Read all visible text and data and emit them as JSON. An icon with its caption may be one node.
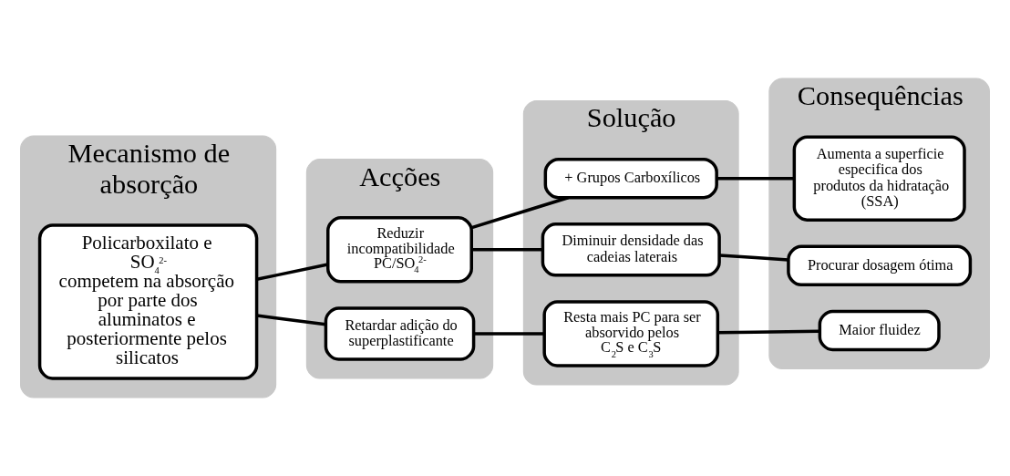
{
  "diagram": {
    "nodes": [
      {
        "text": [
          "Mecanismo de absorção"
        ]
      },
      {
        "text": [
          "Policarboxilato e SO$_{4}$$^{2-}$ competem na absorção por parte dos aluminatos e posteriormente pelos silicatos"
        ],
        "in": 0
      },
      {
        "text": [
          "Acções"
        ]
      },
      {
        "text": [
          "Reduzir incompatibilidade PC/SO$_{4}$$^{2-}$"
        ],
        "in": 2
      },
      {
        "text": [
          "Retardar adição do superplastificante"
        ],
        "in": 2
      },
      {
        "text": [
          "Solução"
        ]
      },
      {
        "text": [
          "+ Grupos Carboxílicos"
        ],
        "in": 5
      },
      {
        "text": [
          "Diminuir densidade das cadeias laterais"
        ],
        "in": 5
      },
      {
        "text": [
          "Resta mais PC para ser absorvido pelos C$_{2}$S e C$_{3}$S"
        ],
        "in": 5
      },
      {
        "text": [
          "Consequências"
        ]
      },
      {
        "text": [
          "Aumenta a superficie especifica dos produtos da hidratação (SSA)"
        ],
        "in": 9
      },
      {
        "text": [
          "Procurar dosagem ótima"
        ],
        "in": 9
      },
      {
        "text": [
          "Maior fluidez"
        ],
        "in": 9
      }
    ],
    "edges": [
      {
        "from": 1,
        "to": 3,
        "arrow": "none"
      },
      {
        "from": 1,
        "to": 4,
        "arrow": "none"
      },
      {
        "from": 3,
        "to": 6,
        "arrow": "none"
      },
      {
        "from": 3,
        "to": 7,
        "arrow": "none"
      },
      {
        "from": 4,
        "to": 8,
        "arrow": "none"
      },
      {
        "from": 6,
        "to": 10,
        "arrow": "none"
      },
      {
        "from": 7,
        "to": 11,
        "arrow": "none"
      },
      {
        "from": 8,
        "to": 12,
        "arrow": "none"
      }
    ]
  }
}
